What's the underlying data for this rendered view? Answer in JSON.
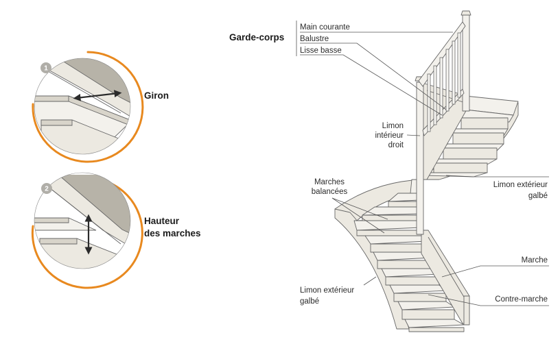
{
  "detail_1": {
    "number": "1",
    "label": "Giron"
  },
  "detail_2": {
    "number": "2",
    "label_line1": "Hauteur",
    "label_line2": "des marches"
  },
  "garde_corps": {
    "title": "Garde-corps",
    "items": [
      "Main courante",
      "Balustre",
      "Lisse basse"
    ]
  },
  "labels": {
    "limon_interieur": [
      "Limon",
      "intérieur",
      "droit"
    ],
    "marches_balancees": [
      "Marches",
      "balancées"
    ],
    "limon_exterieur_right": [
      "Limon extérieur",
      "galbé"
    ],
    "limon_exterieur_left": [
      "Limon extérieur",
      "galbé"
    ],
    "marche": "Marche",
    "contre_marche": "Contre-marche"
  },
  "colors": {
    "accent_orange": "#e8891f",
    "circle_gray": "#b7b3a8",
    "stair_fill": "#ece9e1",
    "stair_shade": "#d8d4ca",
    "badge_gray": "#b0aea8"
  }
}
